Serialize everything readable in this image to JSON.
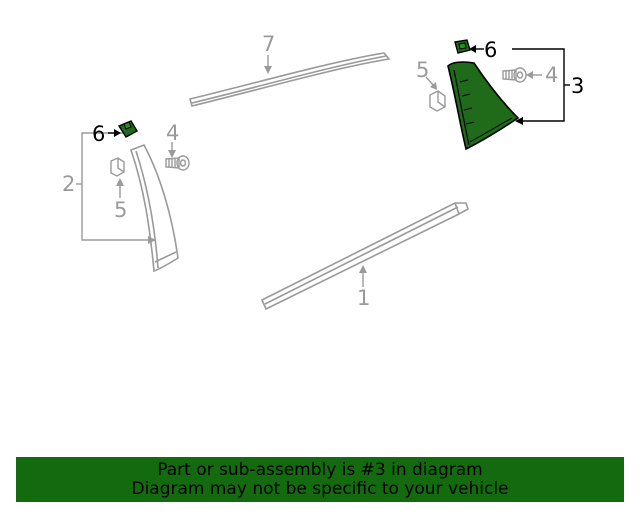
{
  "colors": {
    "highlight_fill": "#1f6b1a",
    "banner_background": "#146a0f",
    "line_grey": "#9a9a9a",
    "line_black": "#000000"
  },
  "callouts": {
    "part_1": "1",
    "part_2": "2",
    "part_3": "3",
    "part_4_left": "4",
    "part_4_right": "4",
    "part_5_left": "5",
    "part_5_right": "5",
    "part_6_left": "6",
    "part_6_right": "6",
    "part_7": "7"
  },
  "banner": {
    "line1": "Part or sub-assembly is #3 in diagram",
    "line2": "Diagram may not be specific to your vehicle"
  }
}
